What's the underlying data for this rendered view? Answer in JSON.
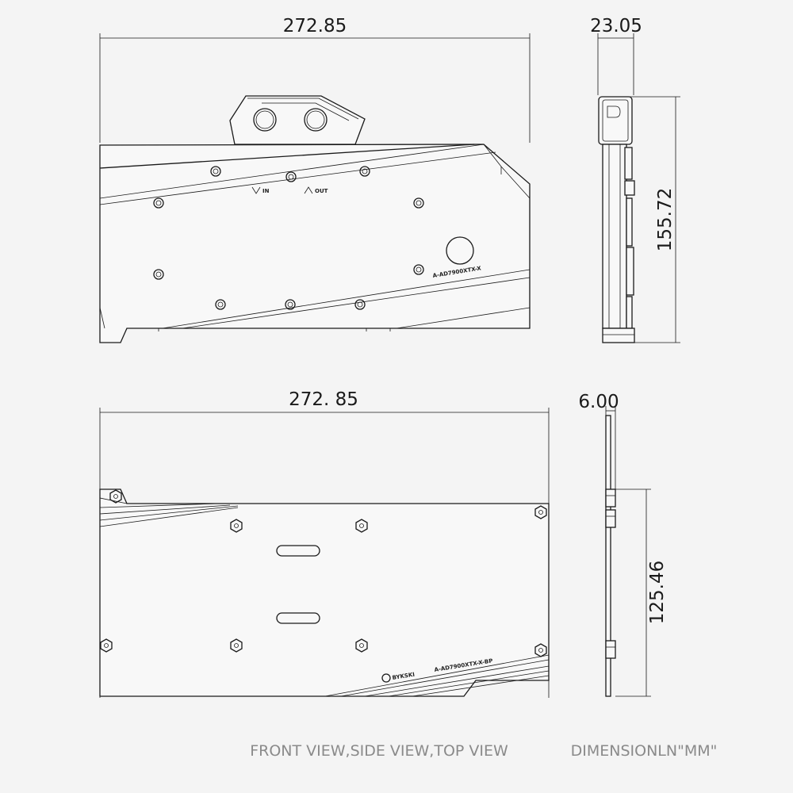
{
  "dimensions": {
    "front_width": "272.85",
    "front_depth": "23.05",
    "front_height": "155.72",
    "back_width": "272. 85",
    "back_depth": "6.00",
    "back_height": "125.46"
  },
  "labels": {
    "port_in": "IN",
    "port_out": "OUT",
    "model_front": "A-AD7900XTX-X",
    "model_back": "A-AD7900XTX-X-BP",
    "brand": "BYKSKI"
  },
  "caption": {
    "views": "FRONT VIEW,SIDE VIEW,TOP VIEW",
    "units": "DIMENSIONLN\"MM\""
  }
}
